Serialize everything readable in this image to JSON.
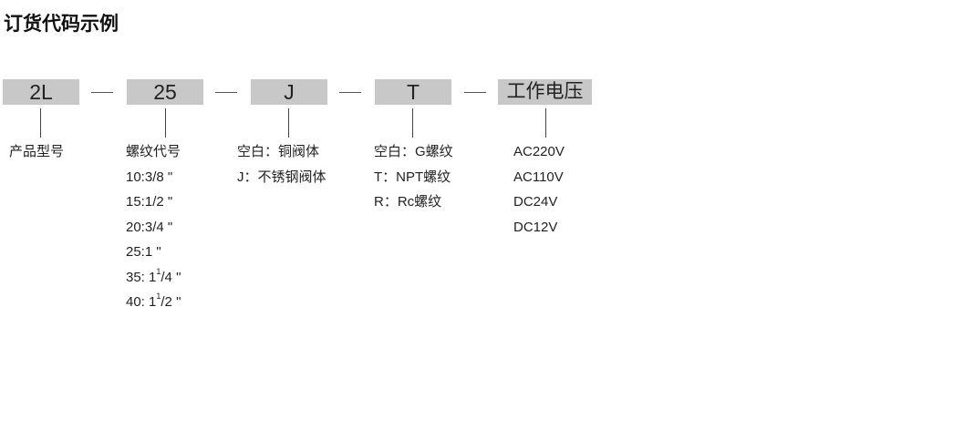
{
  "title": "订货代码示例",
  "segments": [
    {
      "code": "2L",
      "lines": [
        "产品型号"
      ]
    },
    {
      "code": "25",
      "lines": [
        "螺纹代号",
        "10:3/8 \"",
        "15:1/2 \"",
        "20:3/4 \"",
        "25:1 \""
      ],
      "frac_lines": [
        {
          "prefix": "35: 1",
          "sup": "1",
          "rest": "/4 \""
        },
        {
          "prefix": "40: 1",
          "sup": "1",
          "rest": "/2 \""
        }
      ]
    },
    {
      "code": "J",
      "lines": [
        "空白：铜阀体",
        "J：不锈钢阀体"
      ]
    },
    {
      "code": "T",
      "lines": [
        "空白：G螺纹",
        "T：NPT螺纹",
        "R：Rc螺纹"
      ]
    },
    {
      "code": "工作电压",
      "lines": [
        "AC220V",
        "AC110V",
        "DC24V",
        "DC12V"
      ]
    }
  ]
}
